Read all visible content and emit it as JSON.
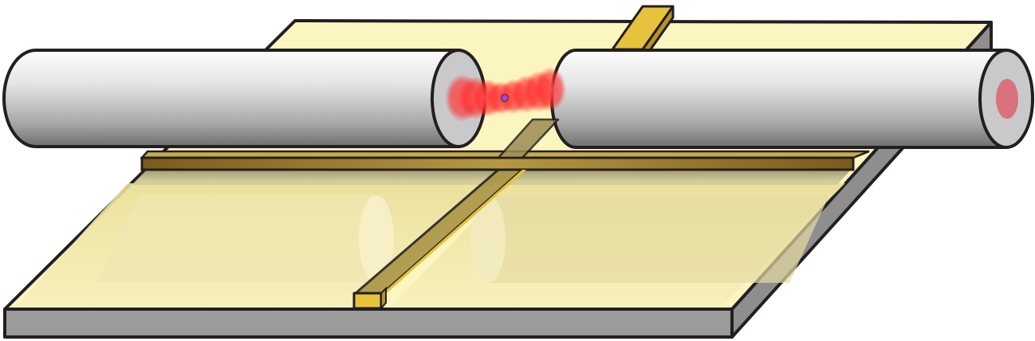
{
  "diagram": {
    "colors": {
      "background": "#ffffff",
      "outline": "#231f20",
      "substrate_top": "#fbf5c0",
      "substrate_side": "#9b9b9b",
      "gold": "#e7c23d",
      "gold_dark": "#8a6a1e",
      "fiber_light": "#f3f3f3",
      "fiber_dark": "#7f7f7f",
      "fiber_end": "#c9c9cb",
      "core": "#d9727d",
      "beam": "#ff2a2a",
      "atom": "#a24bb4"
    },
    "components": [
      "substrate",
      "gold-wire",
      "left-fiber",
      "right-fiber",
      "light-field",
      "trapped-atom"
    ]
  }
}
